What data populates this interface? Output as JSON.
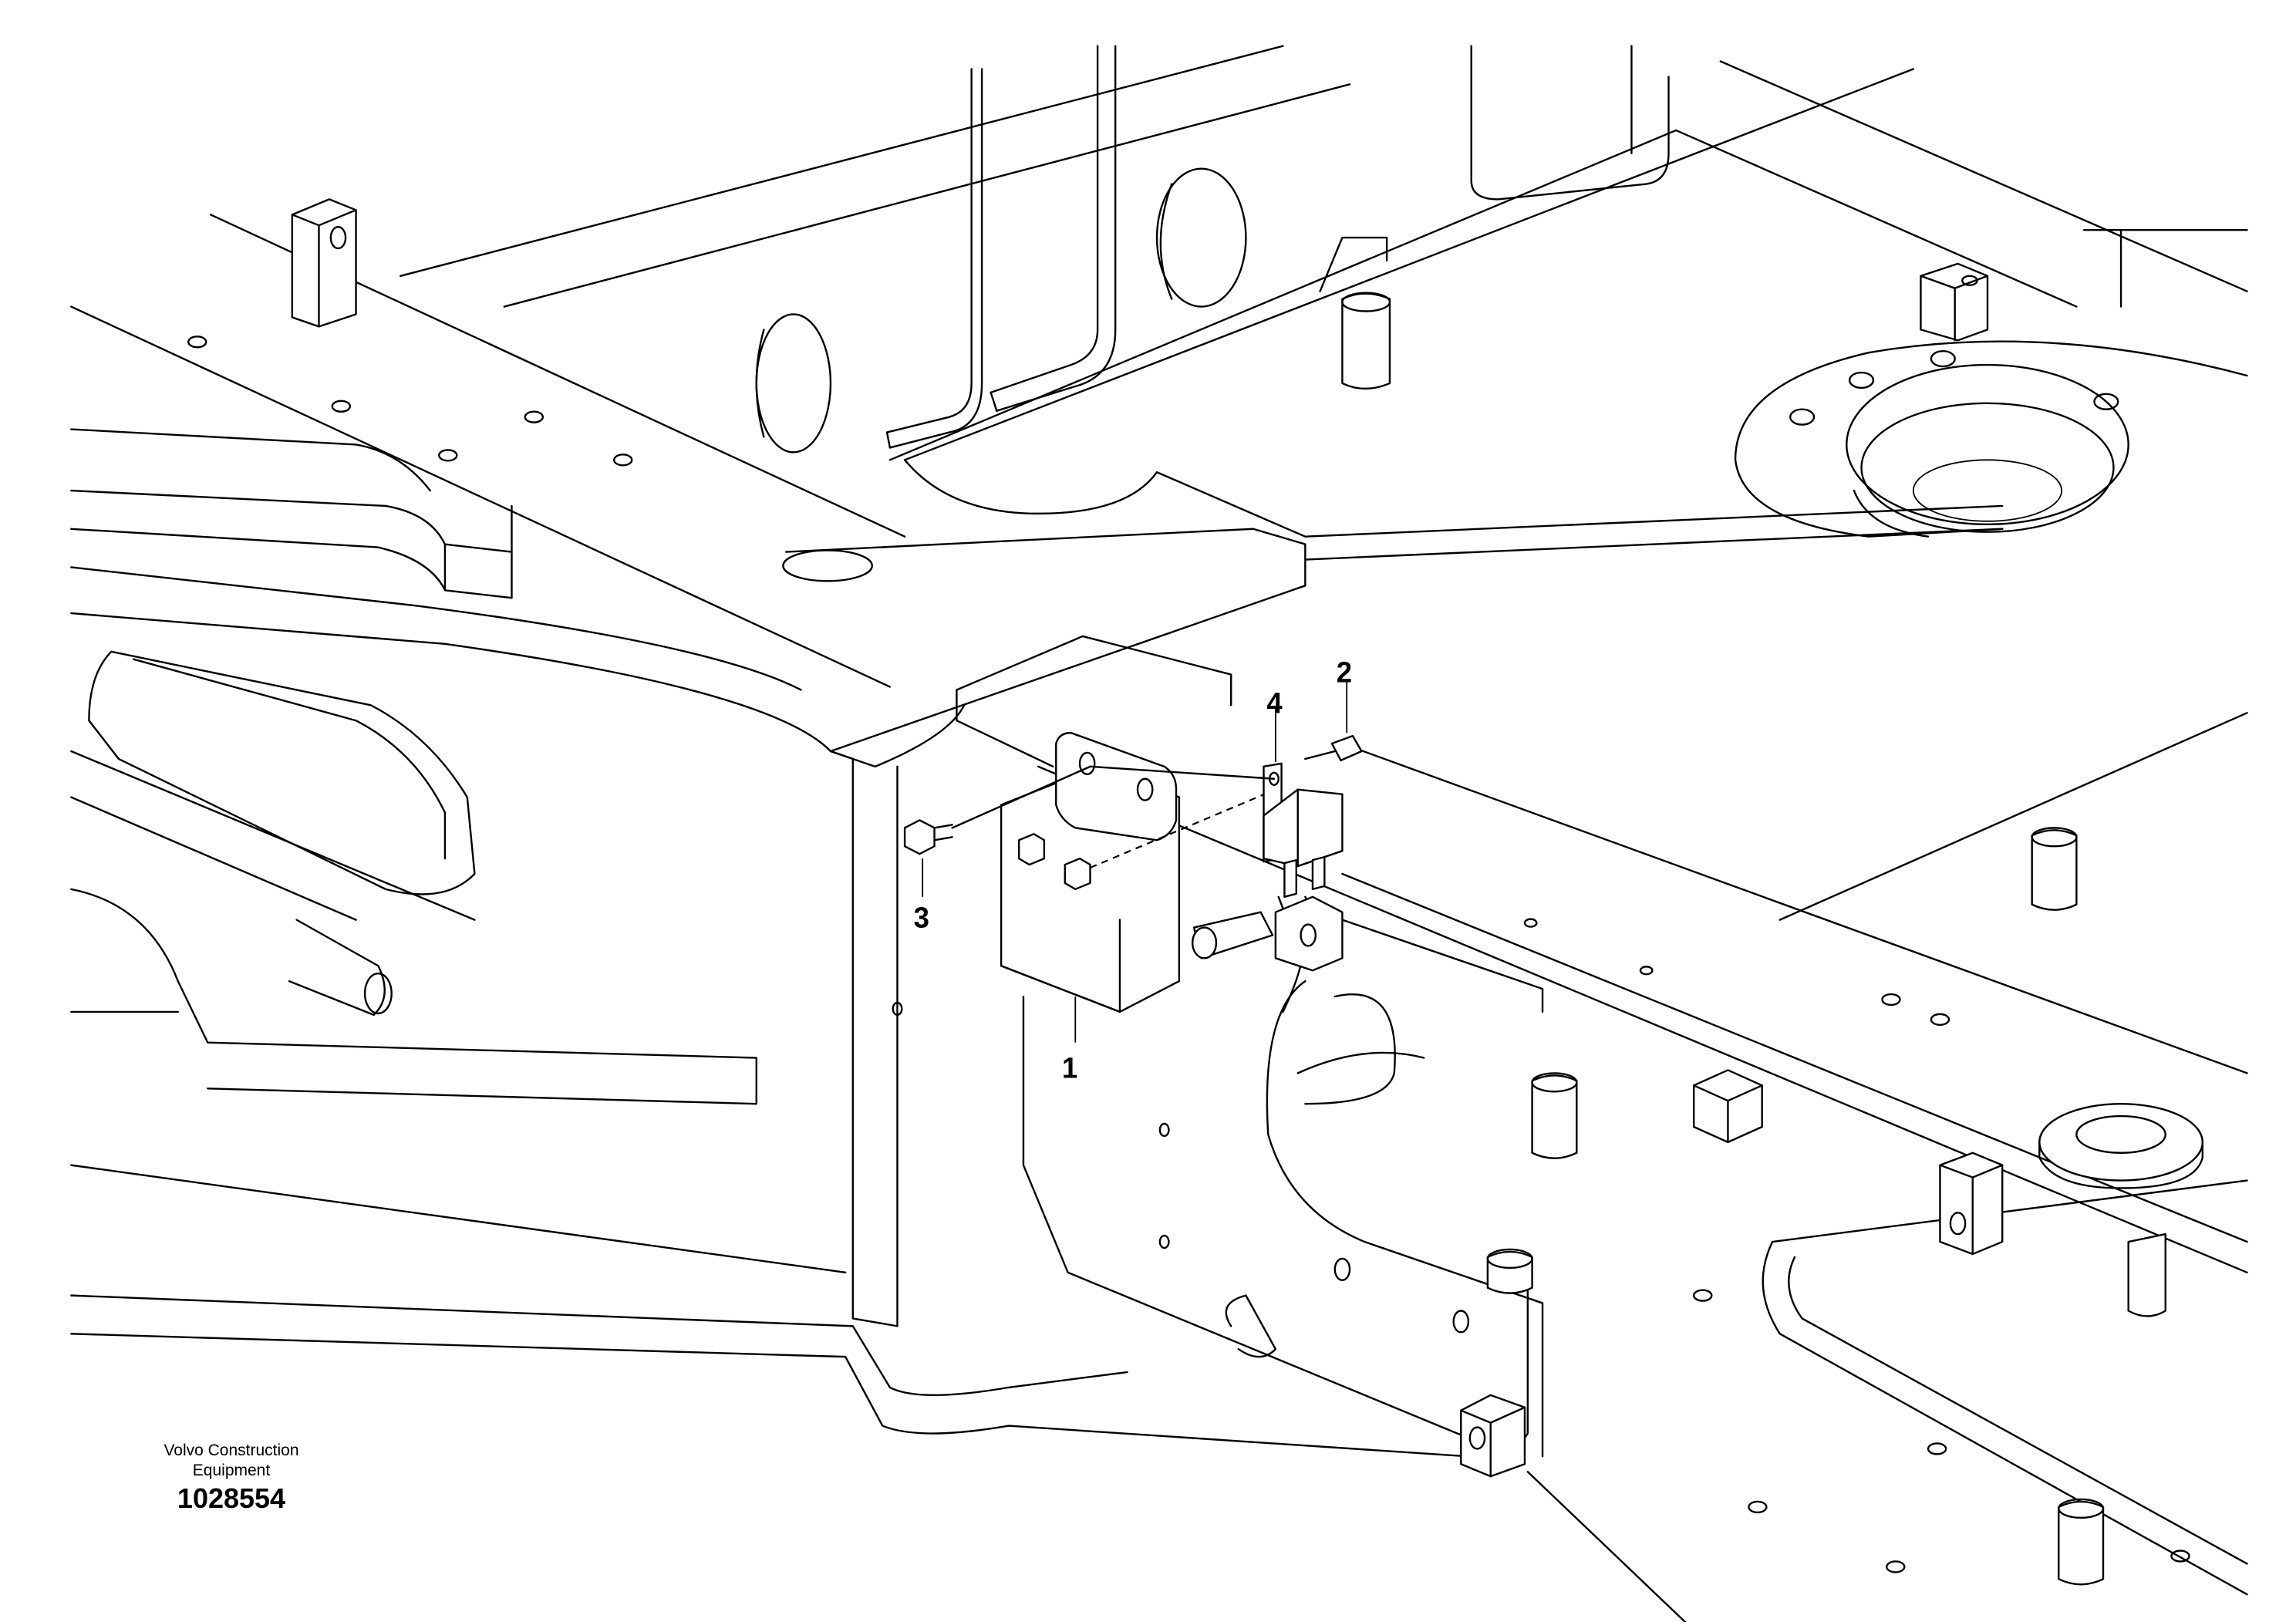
{
  "diagram": {
    "callouts": [
      {
        "number": "1",
        "part": "control-unit-bracket"
      },
      {
        "number": "2",
        "part": "screw"
      },
      {
        "number": "3",
        "part": "bolt"
      },
      {
        "number": "4",
        "part": "relay"
      }
    ]
  },
  "footer": {
    "company_line1": "Volvo Construction",
    "company_line2": "Equipment",
    "document_number": "1028554"
  },
  "colors": {
    "line": "#000000",
    "background": "#ffffff"
  }
}
